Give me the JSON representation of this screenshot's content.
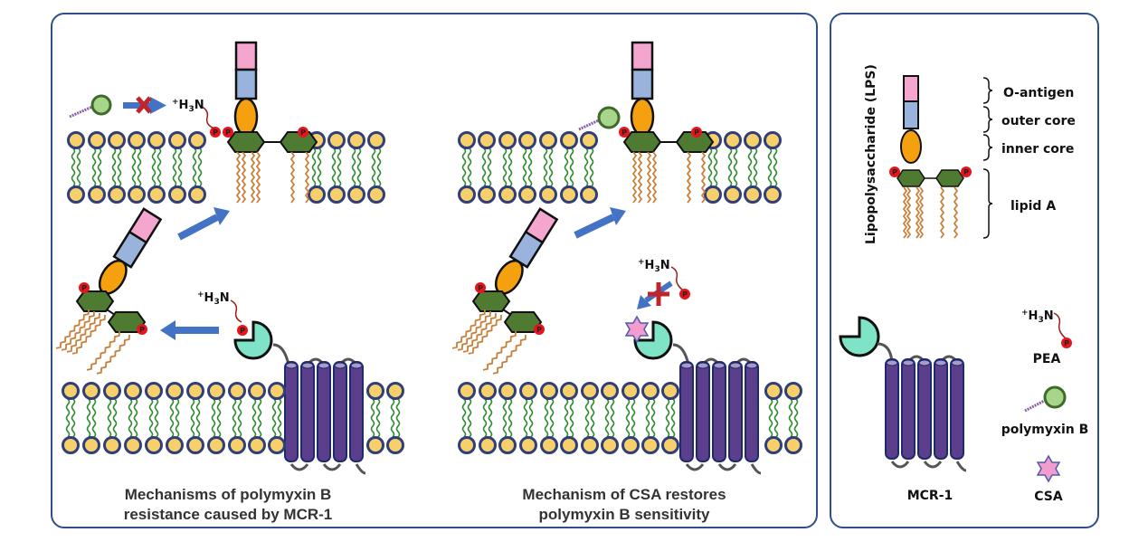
{
  "panels": {
    "left": {
      "title_line1": "Mechanisms of polymyxin B",
      "title_line2": "resistance caused by MCR-1"
    },
    "middle": {
      "title_line1": "Mechanism of CSA restores",
      "title_line2": "polymyxin B sensitivity"
    },
    "legend": {
      "lps_label": "Lipopolysaccharide (LPS)",
      "o_antigen": "O-antigen",
      "outer_core": "outer core",
      "inner_core": "inner core",
      "lipid_a": "lipid A",
      "mcr1": "MCR-1",
      "pea": "PEA",
      "polymyxin_b": "polymyxin B",
      "csa": "CSA"
    }
  },
  "chem": {
    "plus": "+",
    "h": "H",
    "three": "3",
    "n": "N",
    "phosphate": "P"
  },
  "colors": {
    "frame": "#2f4f8a",
    "lipid_head": "#f7cf6b",
    "lipid_head_border": "#2f3f7a",
    "lipid_tail": "#2e8b2e",
    "o_antigen": "#f4a6cf",
    "outer_core": "#9ab3dd",
    "inner_core": "#f5a00f",
    "hexagon": "#4e7a32",
    "acyl_chain": "#c87f3a",
    "phosphate": "#e8141b",
    "mcr1_domain": "#7fe3c8",
    "mcr1_helix": "#5b3e8c",
    "arrow": "#4472c4",
    "polymyxin": "#a7d58c",
    "polymyxin_tail": "#8a5fa8",
    "csa": "#f49bd0",
    "block_x": "#c0252b"
  }
}
